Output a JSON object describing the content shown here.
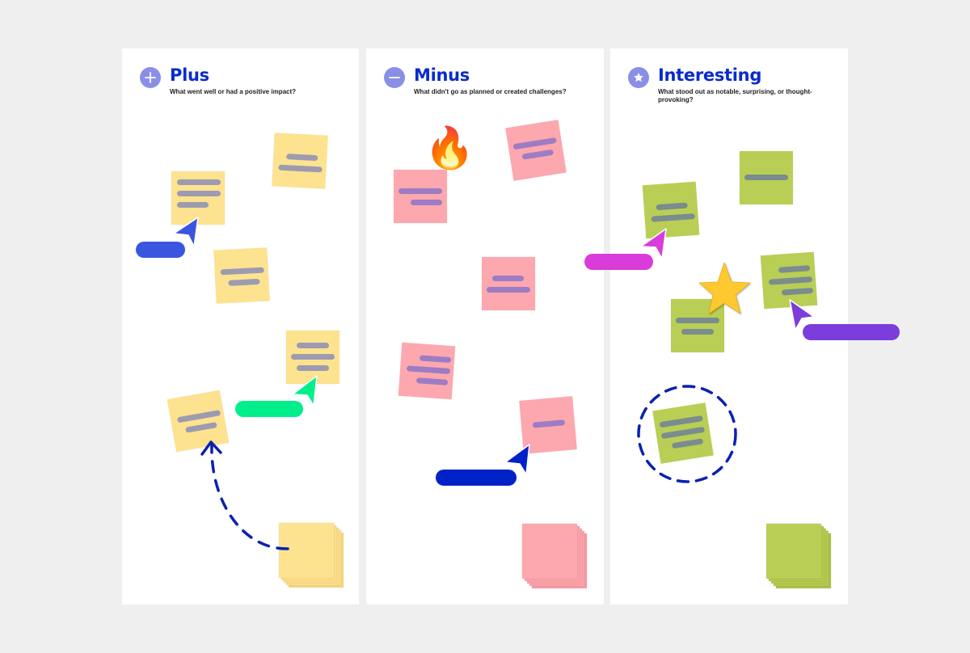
{
  "board": {
    "background": "#efefef",
    "columns": [
      {
        "id": "plus",
        "title": "Plus",
        "subtitle": "What went well or had a positive impact?",
        "icon": "plus-icon",
        "note_color": "#fde28f"
      },
      {
        "id": "minus",
        "title": "Minus",
        "subtitle": "What didn't go as planned or created challenges?",
        "icon": "minus-icon",
        "note_color": "#fda7ae"
      },
      {
        "id": "interesting",
        "title": "Interesting",
        "subtitle": "What stood out as notable, surprising, or thought-provoking?",
        "icon": "star-icon",
        "note_color": "#b9ce54"
      }
    ]
  },
  "colors": {
    "title_blue": "#0a2bcc",
    "icon_circle": "#8a8fe6",
    "cursor_blue": "#3a56e0",
    "cursor_green": "#00ef8a",
    "cursor_navy": "#0022c8",
    "cursor_magenta": "#d93cdb",
    "cursor_purple": "#7b3ddb",
    "dashed_line": "#0a22b0",
    "star": "#fdc92f"
  },
  "decorations": {
    "fire_emoji": "🔥",
    "star_sticker": "star-sticker"
  }
}
